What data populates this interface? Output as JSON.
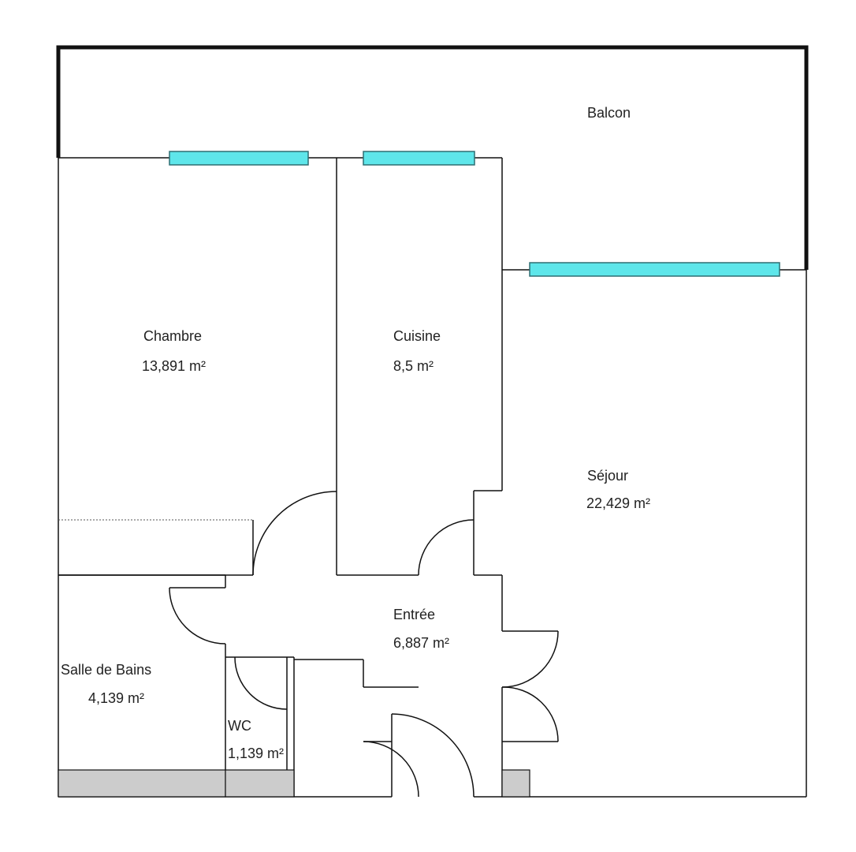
{
  "rooms": {
    "balcon": {
      "name": "Balcon"
    },
    "chambre": {
      "name": "Chambre",
      "area": "13,891  m²"
    },
    "cuisine": {
      "name": "Cuisine",
      "area": "8,5  m²"
    },
    "sejour": {
      "name": "Séjour",
      "area": "22,429  m²"
    },
    "entree": {
      "name": "Entrée",
      "area": "6,887  m²"
    },
    "salle_de_bains": {
      "name": "Salle de Bains",
      "area": "4,139  m²"
    },
    "wc": {
      "name": "WC",
      "area": "1,139  m²"
    }
  },
  "colors": {
    "wall": "#111111",
    "window": "#5ee6ea",
    "window_border": "#2f6f73",
    "fixture": "#cccccc"
  }
}
